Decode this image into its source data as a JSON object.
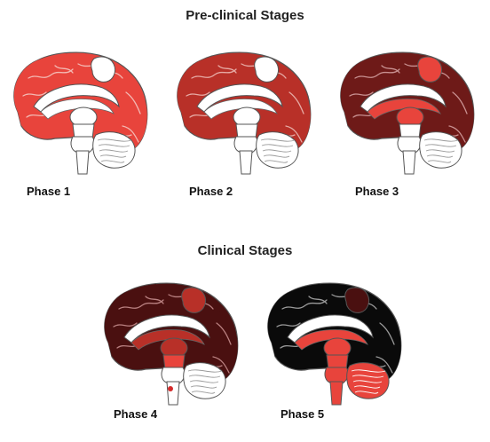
{
  "headings": {
    "preclinical": "Pre-clinical Stages",
    "clinical": "Clinical Stages"
  },
  "phases": [
    {
      "label": "Phase 1",
      "colors": {
        "cortex": "#e8443c",
        "frontal": "#e8443c",
        "posterior": "#e8443c",
        "precuneus": "#ffffff",
        "thalamus": "#ffffff",
        "midbrain": "#ffffff",
        "basal": "#ffffff",
        "pons": "#ffffff",
        "medulla": "#ffffff",
        "cerebellum": "#ffffff",
        "cerebellum_lines": "#9a9a9a",
        "stem_spots": [],
        "cortex_lines": "#f3b8b2"
      }
    },
    {
      "label": "Phase 2",
      "colors": {
        "cortex": "#b83028",
        "frontal": "#b83028",
        "posterior": "#b83028",
        "precuneus": "#ffffff",
        "thalamus": "#ffffff",
        "midbrain": "#ffffff",
        "basal": "#ffffff",
        "pons": "#ffffff",
        "medulla": "#ffffff",
        "cerebellum": "#ffffff",
        "cerebellum_lines": "#9a9a9a",
        "stem_spots": [],
        "cortex_lines": "#e6aaa4"
      }
    },
    {
      "label": "Phase 3",
      "colors": {
        "cortex": "#6e1a18",
        "frontal": "#6e1a18",
        "posterior": "#6e1a18",
        "precuneus": "#e8443c",
        "thalamus": "#e8443c",
        "midbrain": "#ffffff",
        "basal": "#e8443c",
        "pons": "#ffffff",
        "medulla": "#ffffff",
        "cerebellum": "#ffffff",
        "cerebellum_lines": "#9a9a9a",
        "stem_spots": [],
        "cortex_lines": "#c89090"
      }
    },
    {
      "label": "Phase 4",
      "colors": {
        "cortex": "#4a1010",
        "frontal": "#4a1010",
        "posterior": "#4a1010",
        "precuneus": "#b83028",
        "thalamus": "#b83028",
        "midbrain": "#e8443c",
        "basal": "#b83028",
        "pons": "#ffffff",
        "medulla": "#ffffff",
        "cerebellum": "#ffffff",
        "cerebellum_lines": "#9a9a9a",
        "stem_spots": [
          "#d42a2a"
        ],
        "cortex_lines": "#b98080"
      }
    },
    {
      "label": "Phase 5",
      "colors": {
        "cortex": "#0a0a0a",
        "frontal": "#0a0a0a",
        "posterior": "#0a0a0a",
        "precuneus": "#4a1010",
        "thalamus": "#e8443c",
        "midbrain": "#e8443c",
        "basal": "#e8443c",
        "pons": "#e8443c",
        "medulla": "#e8443c",
        "cerebellum": "#e8443c",
        "cerebellum_lines": "#ffffff",
        "stem_spots": [],
        "cortex_lines": "#9a9a9a"
      }
    }
  ]
}
